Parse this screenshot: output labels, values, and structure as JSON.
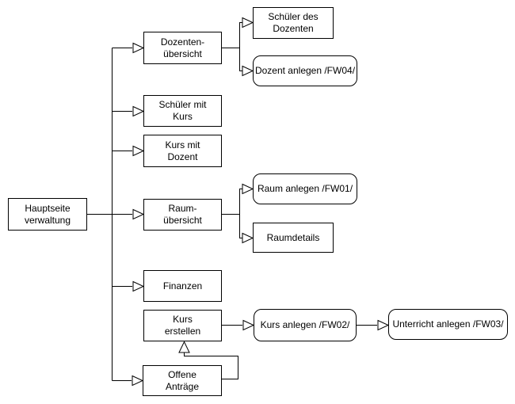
{
  "diagram": {
    "type": "flowchart-sitemap",
    "background_color": "#ffffff",
    "stroke_color": "#000000",
    "node_fill_color": "#ffffff",
    "nodes": {
      "hauptseite": {
        "label": "Hauptseite\nverwaltung",
        "shape": "rect"
      },
      "dozenten_uebersicht": {
        "label": "Dozenten-\nübersicht",
        "shape": "rect"
      },
      "schueler_mit_kurs": {
        "label": "Schüler mit\nKurs",
        "shape": "rect"
      },
      "kurs_mit_dozent": {
        "label": "Kurs mit\nDozent",
        "shape": "rect"
      },
      "raum_uebersicht": {
        "label": "Raum-\nübersicht",
        "shape": "rect"
      },
      "finanzen": {
        "label": "Finanzen",
        "shape": "rect"
      },
      "kurs_erstellen": {
        "label": "Kurs\nerstellen",
        "shape": "rect"
      },
      "offene_antraege": {
        "label": "Offene\nAnträge",
        "shape": "rect"
      },
      "schueler_des_dozenten": {
        "label": "Schüler des\nDozenten",
        "shape": "rect"
      },
      "dozent_anlegen": {
        "label": "Dozent anlegen /FW04/",
        "shape": "rounded"
      },
      "raum_anlegen": {
        "label": "Raum anlegen /FW01/",
        "shape": "rounded"
      },
      "raumdetails": {
        "label": "Raumdetails",
        "shape": "rect"
      },
      "kurs_anlegen": {
        "label": "Kurs anlegen /FW02/",
        "shape": "rounded"
      },
      "unterricht_anlegen": {
        "label": "Unterricht anlegen /FW03/",
        "shape": "rounded"
      }
    },
    "edges": [
      {
        "from": "hauptseite",
        "to": "dozenten_uebersicht"
      },
      {
        "from": "hauptseite",
        "to": "schueler_mit_kurs"
      },
      {
        "from": "hauptseite",
        "to": "kurs_mit_dozent"
      },
      {
        "from": "hauptseite",
        "to": "raum_uebersicht"
      },
      {
        "from": "hauptseite",
        "to": "finanzen"
      },
      {
        "from": "hauptseite",
        "to": "offene_antraege"
      },
      {
        "from": "dozenten_uebersicht",
        "to": "schueler_des_dozenten"
      },
      {
        "from": "dozenten_uebersicht",
        "to": "dozent_anlegen"
      },
      {
        "from": "raum_uebersicht",
        "to": "raum_anlegen"
      },
      {
        "from": "raum_uebersicht",
        "to": "raumdetails"
      },
      {
        "from": "kurs_erstellen",
        "to": "kurs_anlegen"
      },
      {
        "from": "kurs_anlegen",
        "to": "unterricht_anlegen"
      },
      {
        "from": "offene_antraege",
        "to": "kurs_erstellen"
      }
    ]
  }
}
